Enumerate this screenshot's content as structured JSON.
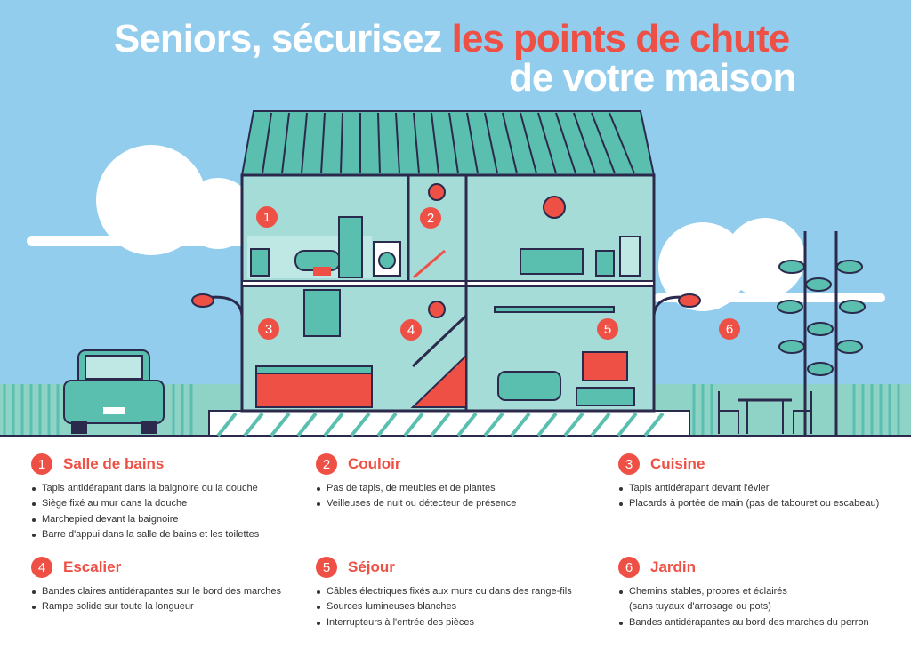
{
  "title": {
    "part1": "Seniors, sécurisez ",
    "highlight": "les points de chute",
    "line2": "de votre maison"
  },
  "colors": {
    "sky": "#92cdee",
    "accent": "#ef5045",
    "teal": "#5bbfb0",
    "interior": "#a6dcd8",
    "outline": "#2b2a4c"
  },
  "markers": [
    "1",
    "2",
    "3",
    "4",
    "5",
    "6"
  ],
  "sections": [
    {
      "number": "1",
      "title": "Salle de bains",
      "items": [
        "Tapis antidérapant dans la baignoire ou la douche",
        "Siège fixé au mur dans la douche",
        "Marchepied devant la baignoire",
        "Barre d'appui dans la salle de bains et les toilettes"
      ]
    },
    {
      "number": "2",
      "title": "Couloir",
      "items": [
        "Pas de tapis, de meubles et de plantes",
        "Veilleuses de nuit ou détecteur de présence"
      ]
    },
    {
      "number": "3",
      "title": "Cuisine",
      "items": [
        "Tapis antidérapant devant l'évier",
        "Placards à portée de main (pas de tabouret ou escabeau)"
      ]
    },
    {
      "number": "4",
      "title": "Escalier",
      "items": [
        "Bandes claires antidérapantes sur le bord des marches",
        "Rampe solide sur toute la longueur"
      ]
    },
    {
      "number": "5",
      "title": "Séjour",
      "items": [
        "Câbles électriques fixés aux murs ou dans des range-fils",
        "Sources lumineuses blanches",
        "Interrupteurs à l'entrée des pièces"
      ]
    },
    {
      "number": "6",
      "title": "Jardin",
      "items": [
        "Chemins stables, propres et éclairés",
        "(sans tuyaux d'arrosage ou pots)",
        "Bandes antidérapantes au bord des marches du perron"
      ]
    }
  ]
}
